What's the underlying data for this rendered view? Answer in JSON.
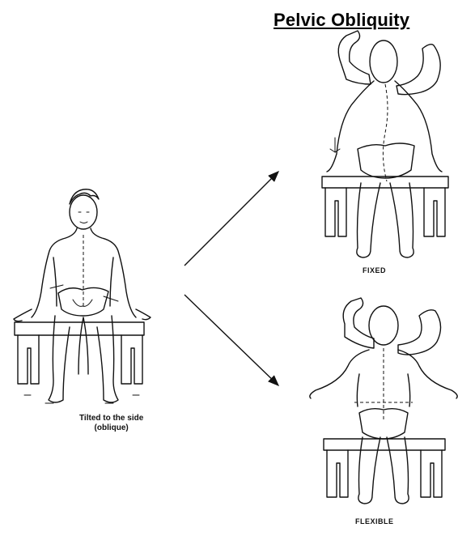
{
  "title": "Pelvic Obliquity",
  "captions": {
    "seated_line1": "Tilted to the side",
    "seated_line2": "(oblique)",
    "fixed": "FIXED",
    "flexible": "FLEXIBLE"
  }
}
